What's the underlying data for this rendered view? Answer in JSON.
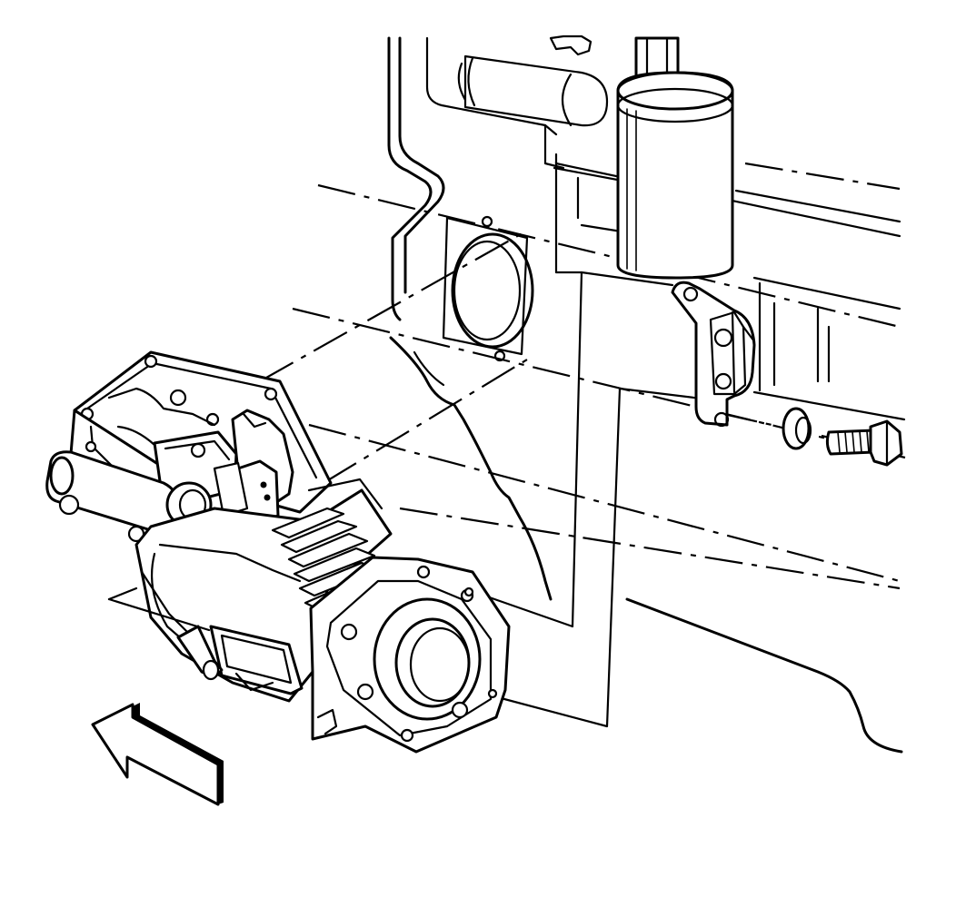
{
  "figure": {
    "style": "black line art exploded installation view",
    "colors": {
      "line": "#000000",
      "background": "#ffffff"
    }
  },
  "parts": {
    "engine_block": {
      "icon": "engine-block-outline"
    },
    "oil_filter": {
      "icon": "cylinder-canister"
    },
    "compressor": {
      "icon": "air-compressor"
    },
    "mounting_bracket": {
      "icon": "bracket"
    },
    "washer": {
      "icon": "washer"
    },
    "bolt": {
      "icon": "hex-bolt"
    },
    "gasket": {
      "icon": "gasket"
    },
    "direction_arrow": {
      "icon": "arrow-up-left"
    }
  }
}
